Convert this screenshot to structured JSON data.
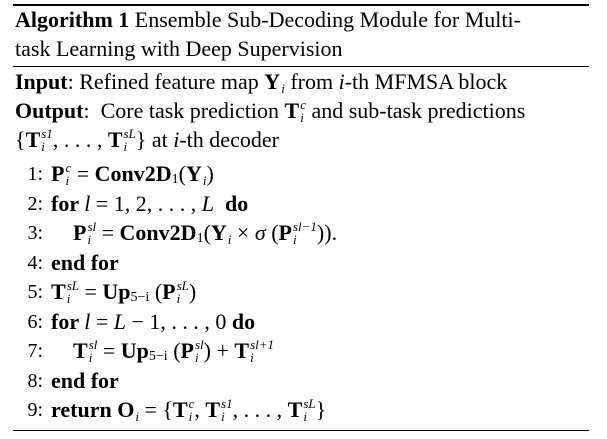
{
  "caption": {
    "label": "Algorithm 1",
    "title_line1": "Ensemble Sub-Decoding Module for Multi-",
    "title_line2": "task Learning with Deep Supervision"
  },
  "io": [
    [
      {
        "t": "Input",
        "s": "b"
      },
      {
        "t": ": Refined feature map "
      },
      {
        "base": "Y",
        "sub": "i"
      },
      {
        "t": " from "
      },
      {
        "t": "i",
        "s": "i"
      },
      {
        "t": "-th MFMSA block"
      }
    ],
    [
      {
        "t": "Output",
        "s": "b"
      },
      {
        "t": ":  Core task prediction "
      },
      {
        "base": "T",
        "sup": "c",
        "sub": "i"
      },
      {
        "t": " and sub-task predictions"
      }
    ],
    [
      {
        "t": "{"
      },
      {
        "base": "T",
        "sup": "s1",
        "sub": "i"
      },
      {
        "t": ", . . . , "
      },
      {
        "base": "T",
        "sup": "sL",
        "sub": "i"
      },
      {
        "t": "} at "
      },
      {
        "t": "i",
        "s": "i"
      },
      {
        "t": "-th decoder"
      }
    ]
  ],
  "steps": [
    {
      "num": "1:",
      "indent": 0,
      "seg": [
        {
          "base": "P",
          "sup": "c",
          "sub": "i"
        },
        {
          "t": " = "
        },
        {
          "t": "Conv2D",
          "s": "b"
        },
        {
          "t": "1",
          "s": "sub"
        },
        {
          "t": "("
        },
        {
          "base": "Y",
          "sub": "i"
        },
        {
          "t": ")"
        }
      ]
    },
    {
      "num": "2:",
      "indent": 0,
      "seg": [
        {
          "t": "for ",
          "s": "b"
        },
        {
          "t": "l",
          "s": "i"
        },
        {
          "t": " = 1, 2, . . . , "
        },
        {
          "t": "L",
          "s": "i"
        },
        {
          "t": "  do",
          "s": "b"
        }
      ]
    },
    {
      "num": "3:",
      "indent": 1,
      "seg": [
        {
          "base": "P",
          "sup": "sl",
          "sub": "i"
        },
        {
          "t": " = "
        },
        {
          "t": "Conv2D",
          "s": "b"
        },
        {
          "t": "1",
          "s": "sub"
        },
        {
          "t": "("
        },
        {
          "base": "Y",
          "sub": "i"
        },
        {
          "t": " × "
        },
        {
          "t": "σ",
          "s": "i"
        },
        {
          "t": " ("
        },
        {
          "base": "P",
          "sup": "sl−1",
          "sub": "i"
        },
        {
          "t": "))."
        }
      ]
    },
    {
      "num": "4:",
      "indent": 0,
      "seg": [
        {
          "t": "end for",
          "s": "b"
        }
      ]
    },
    {
      "num": "5:",
      "indent": 0,
      "seg": [
        {
          "base": "T",
          "sup": "sL",
          "sub": "i"
        },
        {
          "t": " = "
        },
        {
          "t": "Up",
          "s": "b"
        },
        {
          "t": "5−i",
          "s": "sub"
        },
        {
          "t": " ("
        },
        {
          "base": "P",
          "sup": "sL",
          "sub": "i"
        },
        {
          "t": ")"
        }
      ]
    },
    {
      "num": "6:",
      "indent": 0,
      "seg": [
        {
          "t": "for ",
          "s": "b"
        },
        {
          "t": "l",
          "s": "i"
        },
        {
          "t": " = "
        },
        {
          "t": "L",
          "s": "i"
        },
        {
          "t": " − 1, . . . , 0 "
        },
        {
          "t": "do",
          "s": "b"
        }
      ]
    },
    {
      "num": "7:",
      "indent": 1,
      "seg": [
        {
          "base": "T",
          "sup": "sl",
          "sub": "i"
        },
        {
          "t": " = "
        },
        {
          "t": "Up",
          "s": "b"
        },
        {
          "t": "5−i",
          "s": "sub"
        },
        {
          "t": " ("
        },
        {
          "base": "P",
          "sup": "sl",
          "sub": "i"
        },
        {
          "t": ") + "
        },
        {
          "base": "T",
          "sup": "sl+1",
          "sub": "i"
        }
      ]
    },
    {
      "num": "8:",
      "indent": 0,
      "seg": [
        {
          "t": "end for",
          "s": "b"
        }
      ]
    },
    {
      "num": "9:",
      "indent": 0,
      "seg": [
        {
          "t": "return ",
          "s": "b"
        },
        {
          "base": "O",
          "sub": "i"
        },
        {
          "t": " = {"
        },
        {
          "base": "T",
          "sup": "c",
          "sub": "i"
        },
        {
          "t": ", "
        },
        {
          "base": "T",
          "sup": "s1",
          "sub": "i"
        },
        {
          "t": ", . . . , "
        },
        {
          "base": "T",
          "sup": "sL",
          "sub": "i"
        },
        {
          "t": "}"
        }
      ]
    }
  ]
}
